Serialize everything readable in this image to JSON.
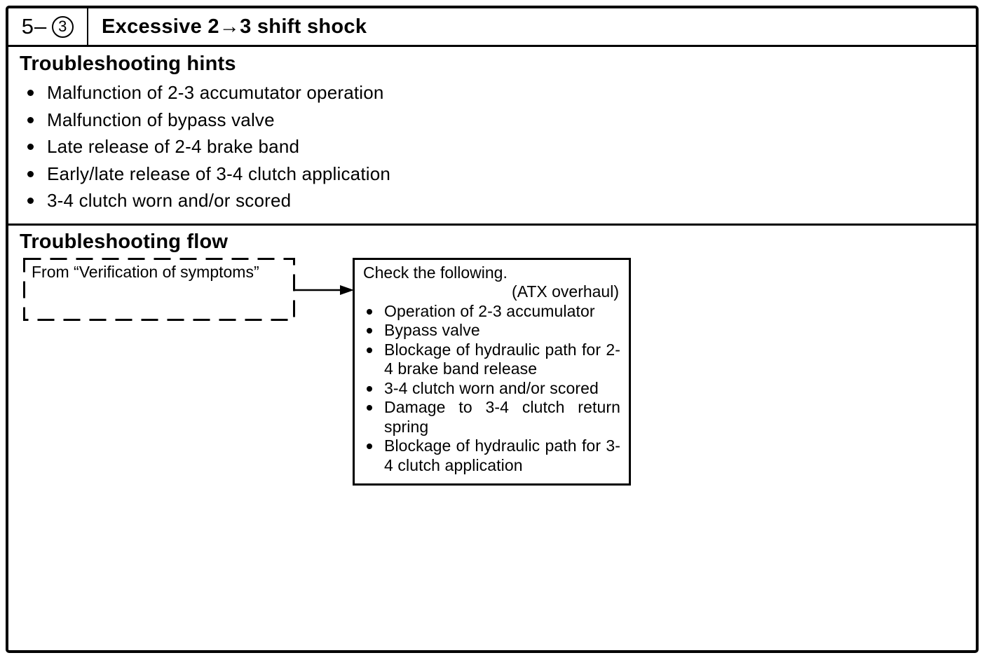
{
  "header": {
    "section_number_prefix": "5–",
    "section_number_circled": "3",
    "title": "Excessive 2→3 shift shock"
  },
  "hints": {
    "heading": "Troubleshooting hints",
    "items": [
      "Malfunction of 2-3 accumutator operation",
      "Malfunction of bypass valve",
      "Late release of 2-4 brake band",
      "Early/late release of 3-4 clutch application",
      "3-4 clutch worn and/or scored"
    ]
  },
  "flow": {
    "heading": "Troubleshooting flow",
    "from_box_label": "From “Verification of symptoms”",
    "check_box": {
      "title": "Check the following.",
      "subtitle": "(ATX overhaul)",
      "items": [
        "Operation of 2-3 accumulator",
        "Bypass valve",
        "Blockage of hydraulic path for 2-4 brake band release",
        "3-4 clutch worn and/or scored",
        "Damage to 3-4 clutch return spring",
        "Blockage of hydraulic path for 3-4 clutch application"
      ]
    }
  },
  "colors": {
    "ink": "#000000",
    "paper": "#ffffff"
  }
}
